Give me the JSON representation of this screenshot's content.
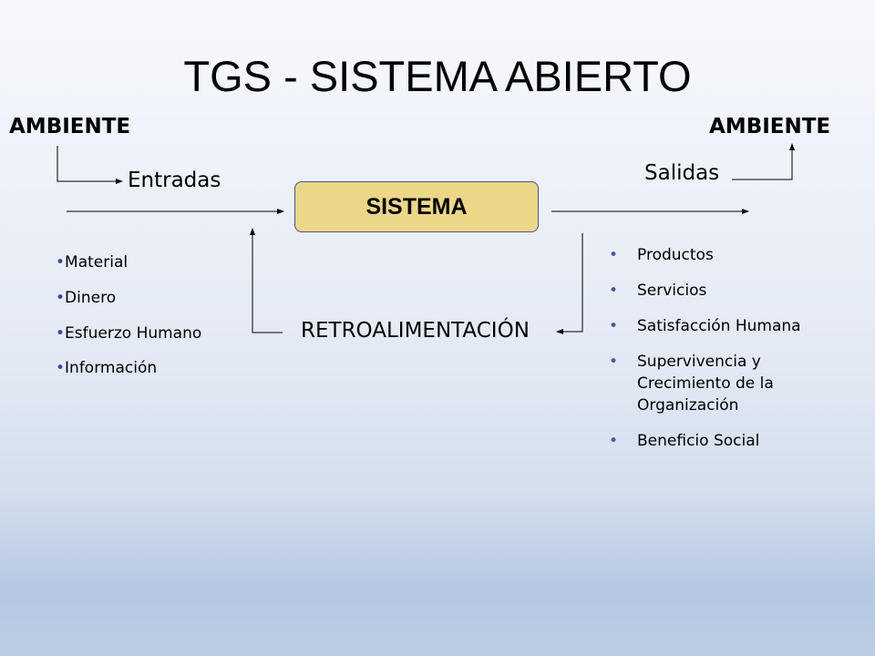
{
  "title": "TGS - SISTEMA ABIERTO",
  "ambient_left": "AMBIENTE",
  "ambient_right": "AMBIENTE",
  "inputs_label": "Entradas",
  "outputs_label": "Salidas",
  "system_label": "SISTEMA",
  "feedback_label": "RETROALIMENTACIÓN",
  "bullet": "•",
  "inputs": [
    "Material",
    "Dinero",
    "Esfuerzo Humano",
    "Información"
  ],
  "outputs": [
    "Productos",
    "Servicios",
    "Satisfacción Humana",
    "Supervivencia y Crecimiento de la Organización",
    "Beneficio Social"
  ],
  "colors": {
    "system_fill": "#ecd789",
    "system_border": "#4a4e96",
    "bullet": "#3d4a8c"
  }
}
